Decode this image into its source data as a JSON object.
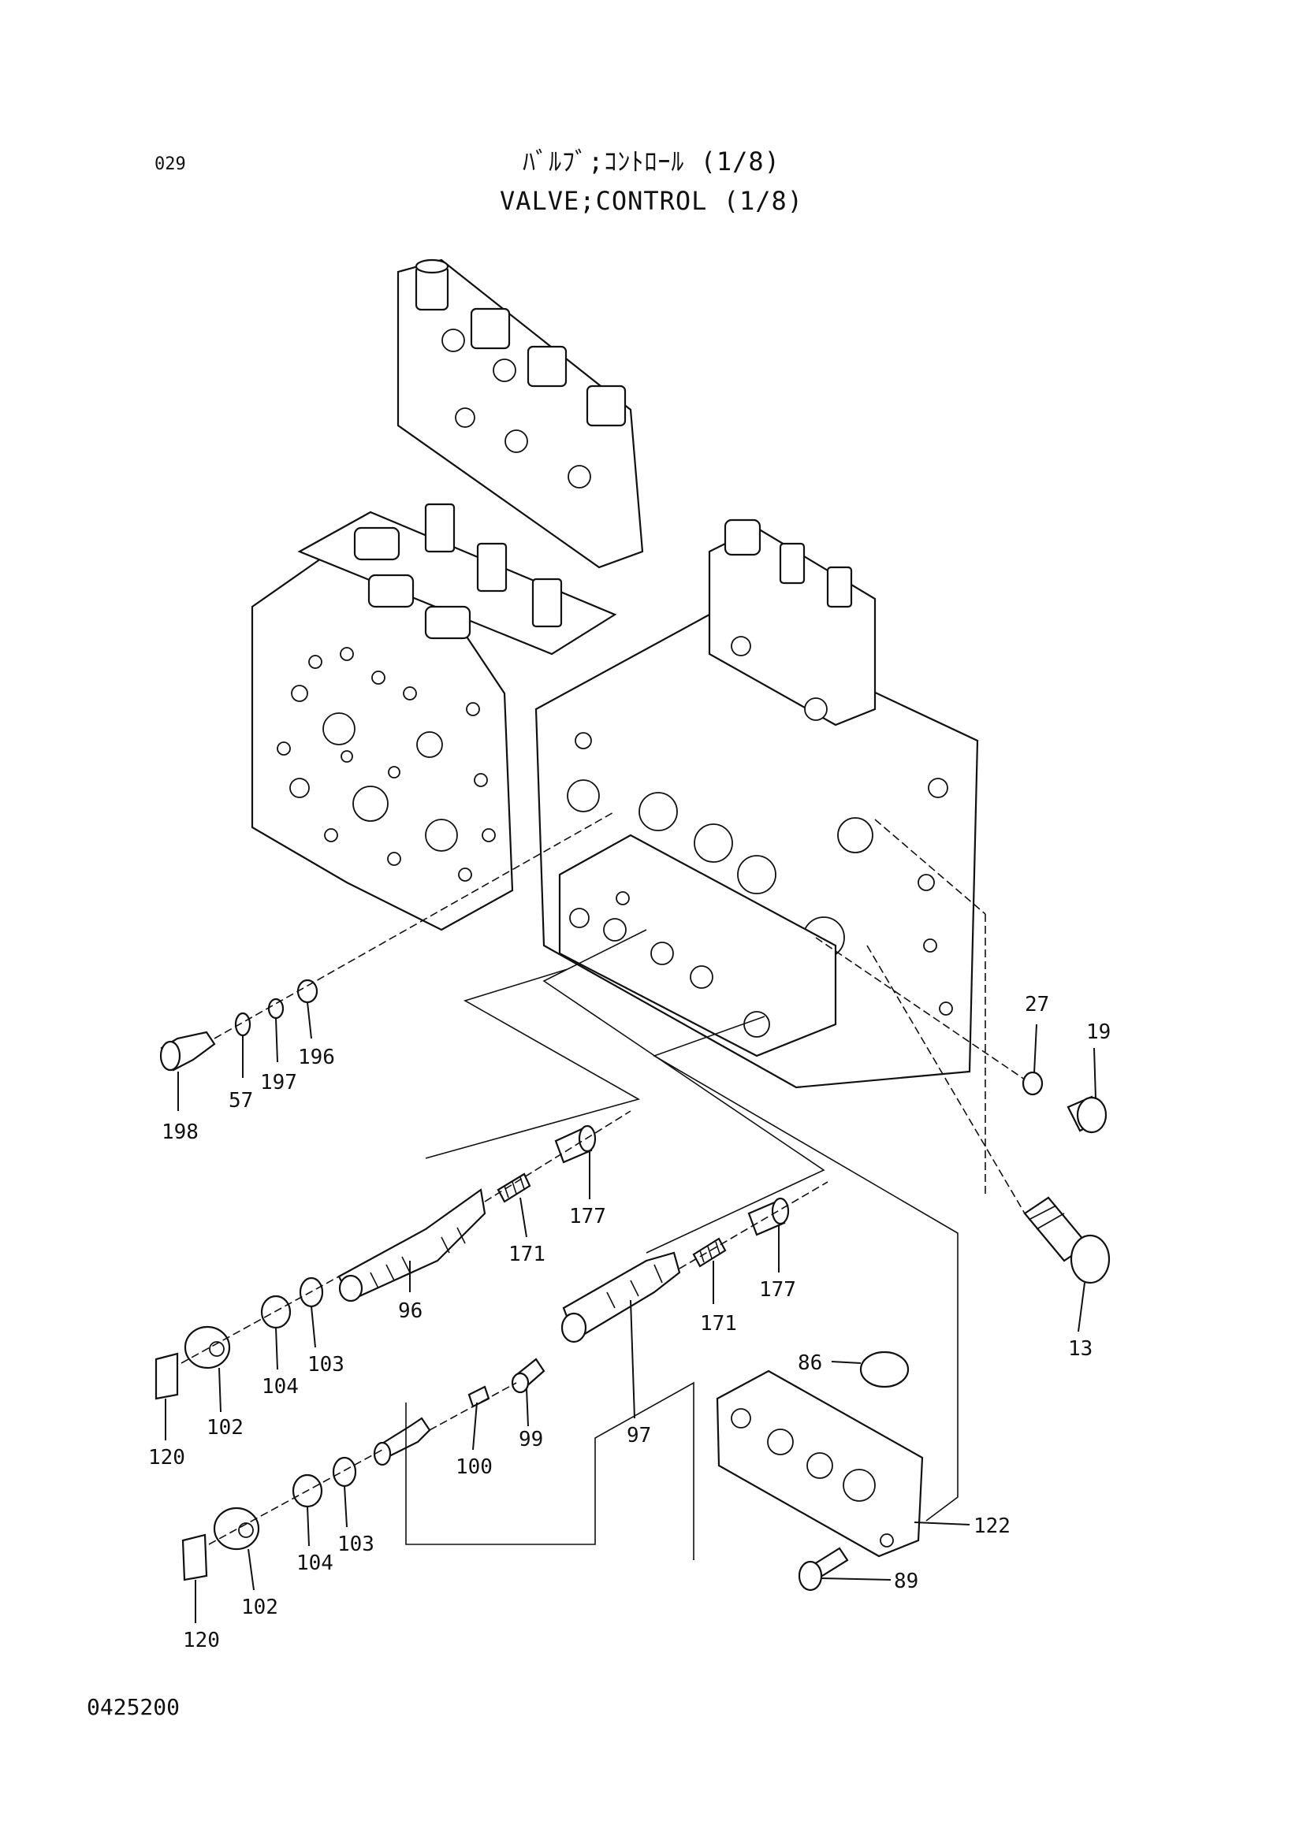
{
  "page": {
    "number": "029",
    "title_jp": "ﾊﾞﾙﾌﾞ;ｺﾝﾄﾛｰﾙ (1/8)",
    "title_en": "VALVE;CONTROL (1/8)",
    "drawing_code": "0425200"
  },
  "callouts": {
    "c198": "198",
    "c57": "57",
    "c197": "197",
    "c196": "196",
    "c27": "27",
    "c19": "19",
    "c13": "13",
    "c177a": "177",
    "c171a": "171",
    "c96": "96",
    "c177b": "177",
    "c171b": "171",
    "c97": "97",
    "c99": "99",
    "c100": "100",
    "c103a": "103",
    "c104a": "104",
    "c102a": "102",
    "c120a": "120",
    "c103b": "103",
    "c104b": "104",
    "c102b": "102",
    "c120b": "120",
    "c86": "86",
    "c122": "122",
    "c89": "89"
  }
}
